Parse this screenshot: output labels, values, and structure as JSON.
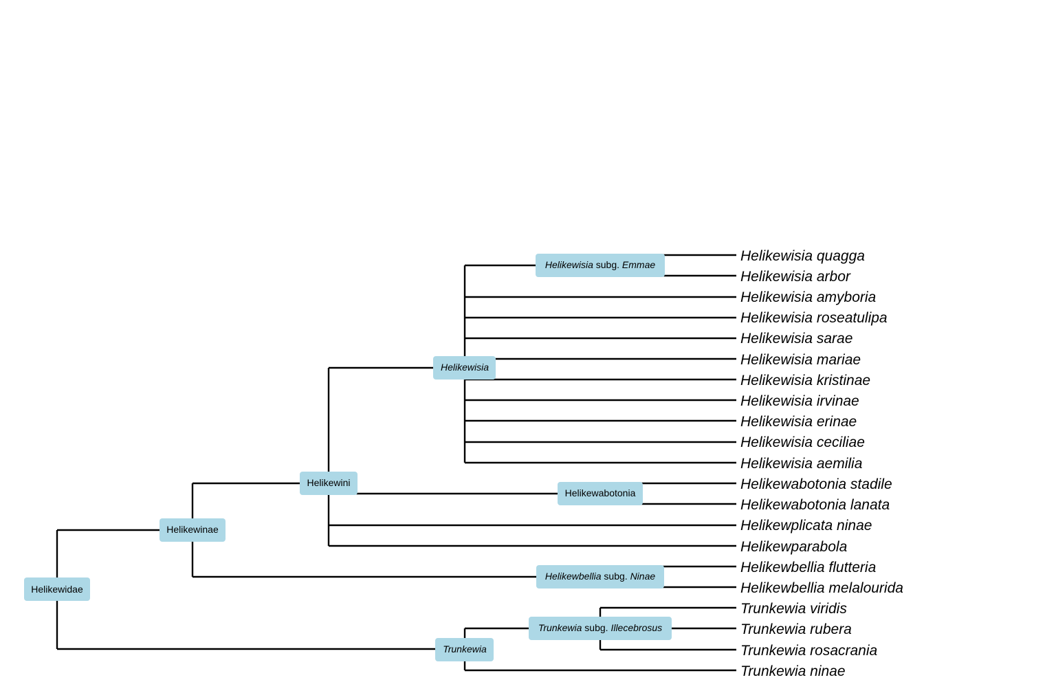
{
  "tree": {
    "tips": [
      "Helikewisia quagga",
      "Helikewisia arbor",
      "Helikewisia amyboria",
      "Helikewisia roseatulipa",
      "Helikewisia sarae",
      "Helikewisia mariae",
      "Helikewisia kristinae",
      "Helikewisia irvinae",
      "Helikewisia erinae",
      "Helikewisia ceciliae",
      "Helikewisia aemilia",
      "Helikewabotonia stadile",
      "Helikewabotonia lanata",
      "Helikewplicata ninae",
      "Helikewparabola",
      "Helikewbellia flutteria",
      "Helikewbellia melalourida",
      "Trunkewia viridis",
      "Trunkewia rubera",
      "Trunkewia rosacrania",
      "Trunkewia ninae"
    ],
    "nodes": {
      "helikewidae": {
        "text": "Helikewidae"
      },
      "helikewinae": {
        "text": "Helikewinae"
      },
      "helikewini": {
        "text": "Helikewini"
      },
      "helikewisia": {
        "genus": "Helikewisia"
      },
      "emmae": {
        "genus": "Helikewisia",
        "rank": "subg.",
        "epithet": "Emmae"
      },
      "helikewabotonia": {
        "text": "Helikewabotonia"
      },
      "ninae_subg": {
        "genus": "Helikewbellia",
        "rank": "subg.",
        "epithet": "Ninae"
      },
      "trunkewia": {
        "genus": "Trunkewia"
      },
      "illecebrosus": {
        "genus": "Trunkewia",
        "rank": "subg.",
        "epithet": "Illecebrosus"
      }
    }
  }
}
